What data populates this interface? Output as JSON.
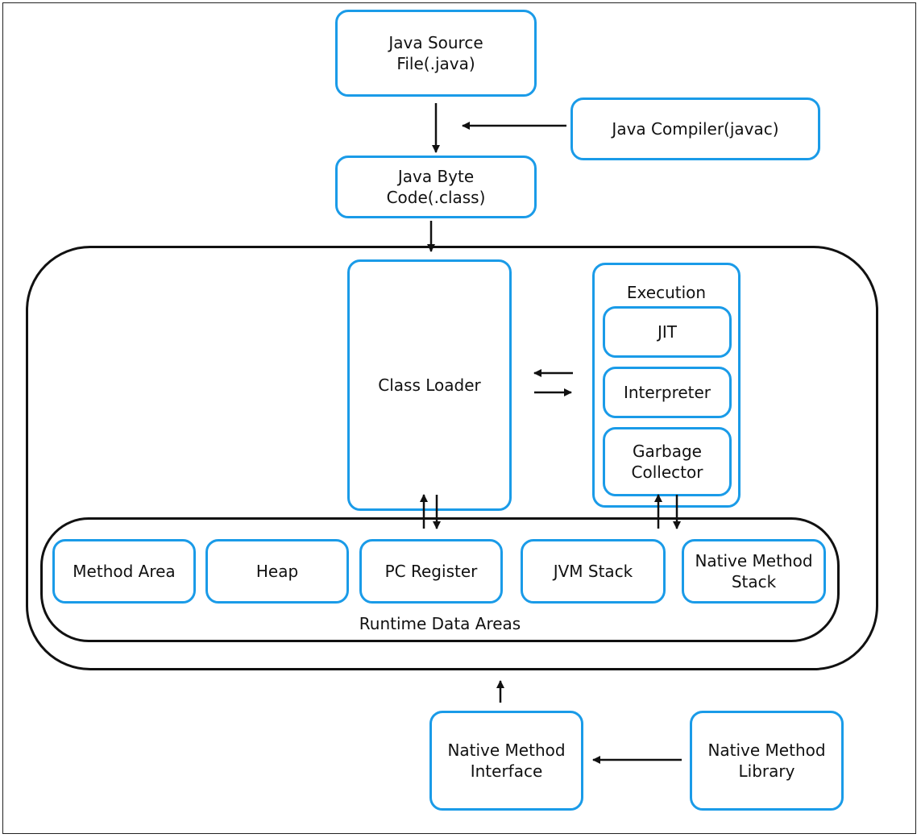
{
  "nodes": {
    "source": "Java Source\nFile(.java)",
    "compiler": "Java Compiler(javac)",
    "bytecode": "Java Byte\nCode(.class)",
    "class_loader": "Class Loader",
    "execution": "Execution",
    "jit": "JIT",
    "interpreter": "Interpreter",
    "gc": "Garbage\nCollector",
    "method_area": "Method Area",
    "heap": "Heap",
    "pc_register": "PC Register",
    "jvm_stack": "JVM Stack",
    "native_stack": "Native Method\nStack",
    "runtime": "Runtime Data Areas",
    "native_interface": "Native Method\nInterface",
    "native_library": "Native Method\nLibrary"
  },
  "colors": {
    "box_border": "#1a9be8",
    "outline": "#111111"
  }
}
